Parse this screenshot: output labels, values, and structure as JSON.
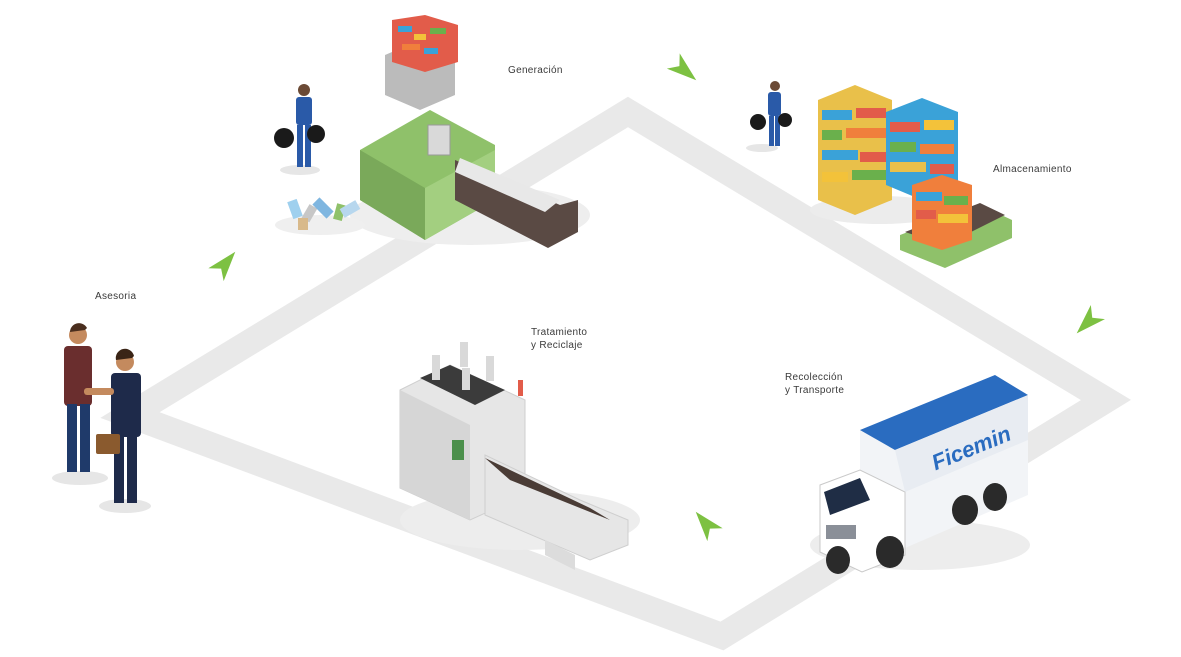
{
  "stages": {
    "generacion": {
      "label": "Generación"
    },
    "almacenamiento": {
      "label": "Almacenamiento"
    },
    "recoleccion": {
      "line1": "Recolección",
      "line2": "y Transporte"
    },
    "tratamiento": {
      "line1": "Tratamiento",
      "line2": "y Reciclaje"
    },
    "asesoria": {
      "label": "Asesoria"
    }
  },
  "truck": {
    "brand": "Ficemin"
  },
  "colors": {
    "path": "#e9e9e9",
    "arrow": "#7dc142",
    "machine_green": "#8fc16a",
    "truck_blue": "#2a6cc0",
    "brand_green": "#7dc142"
  },
  "icons": {
    "arrows": [
      "arrow-icon",
      "arrow-icon",
      "arrow-icon",
      "arrow-icon"
    ]
  }
}
